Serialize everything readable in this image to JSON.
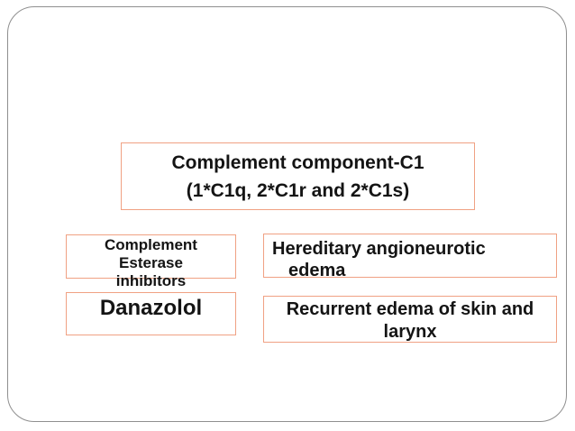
{
  "slide": {
    "top_box": {
      "line1": "Complement component-C1",
      "line2": "(1*C1q, 2*C1r and 2*C1s)"
    },
    "left_column": {
      "esterase_box": {
        "line1": "Complement",
        "line2": "Esterase",
        "line3": "inhibitors"
      },
      "danazolol_box": {
        "label": "Danazolol"
      }
    },
    "right_column": {
      "hereditary_box": {
        "line1": "Hereditary angioneurotic",
        "line2": "edema"
      },
      "recurrent_box": {
        "line1": "Recurrent edema of skin and",
        "line2": "larynx"
      }
    },
    "colors": {
      "box_border": "#f0a183",
      "frame_border": "#8f8f8f",
      "text": "#141414",
      "background": "#ffffff"
    }
  }
}
